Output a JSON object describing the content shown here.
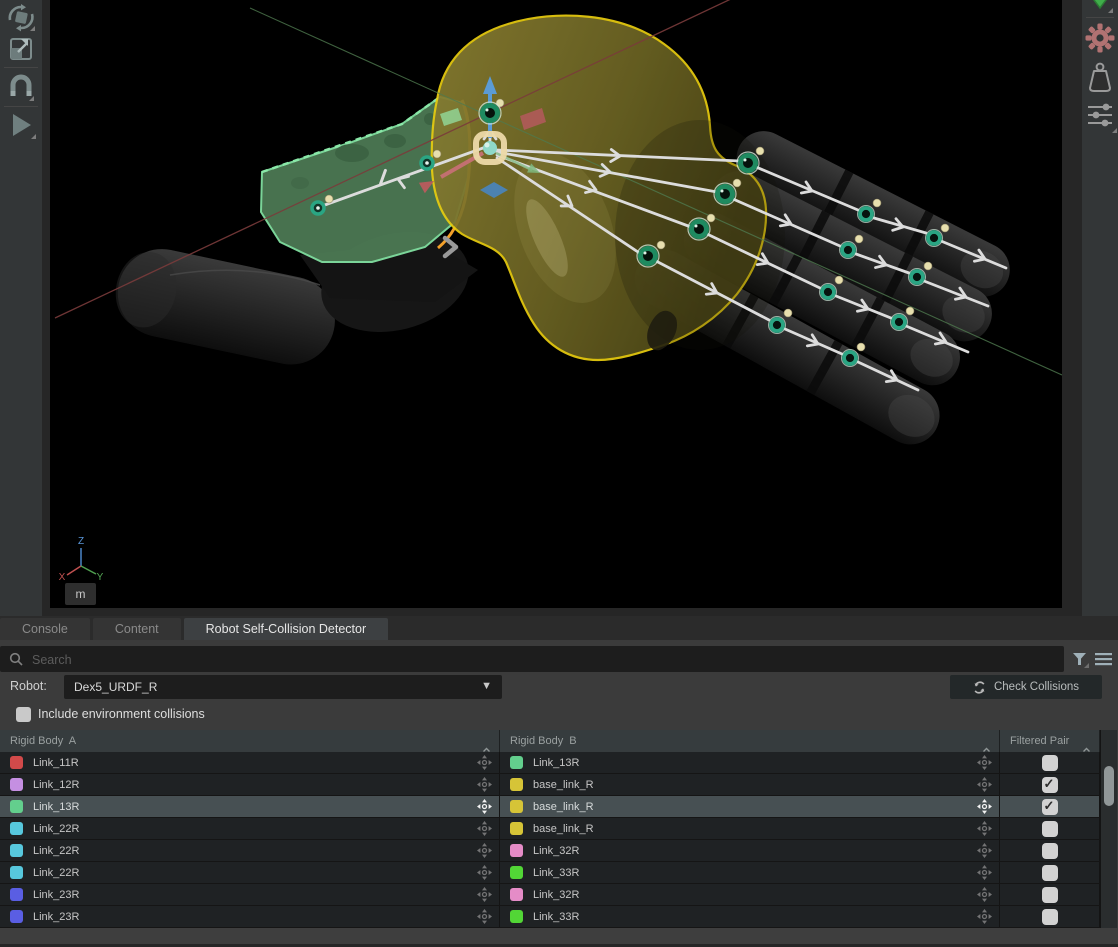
{
  "left_toolbar": {
    "icons": [
      {
        "name": "rotate-tool-icon"
      },
      {
        "name": "scale-tool-icon"
      },
      {
        "name": "snap-magnet-icon"
      },
      {
        "name": "play-icon"
      }
    ]
  },
  "right_toolbar": {
    "icons": [
      {
        "name": "mesh-icon"
      },
      {
        "name": "physics-gear-icon"
      },
      {
        "name": "mass-weight-icon"
      },
      {
        "name": "filter-sliders-icon"
      }
    ]
  },
  "viewport": {
    "unit_label": "m",
    "axis_labels": {
      "x": "X",
      "y": "Y",
      "z": "Z"
    }
  },
  "tabs": [
    {
      "label": "Console",
      "active": false
    },
    {
      "label": "Content",
      "active": false
    },
    {
      "label": "Robot Self-Collision Detector",
      "active": true
    }
  ],
  "search": {
    "placeholder": "Search"
  },
  "robot_selector": {
    "label": "Robot:",
    "value": "Dex5_URDF_R"
  },
  "check_collisions_button": {
    "label": "Check Collisions"
  },
  "environment_checkbox": {
    "label": "Include environment collisions",
    "checked": false
  },
  "table": {
    "columns": [
      {
        "label": "Rigid Body  A"
      },
      {
        "label": "Rigid Body  B"
      },
      {
        "label": "Filtered Pair"
      }
    ],
    "rows": [
      {
        "a": {
          "name": "Link_11R",
          "color": "#d24a4a"
        },
        "b": {
          "name": "Link_13R",
          "color": "#63cf8d"
        },
        "filtered": false,
        "selected": false
      },
      {
        "a": {
          "name": "Link_12R",
          "color": "#c58fe2"
        },
        "b": {
          "name": "base_link_R",
          "color": "#d6c437"
        },
        "filtered": true,
        "selected": false
      },
      {
        "a": {
          "name": "Link_13R",
          "color": "#63cf8d"
        },
        "b": {
          "name": "base_link_R",
          "color": "#d6c437"
        },
        "filtered": true,
        "selected": true
      },
      {
        "a": {
          "name": "Link_22R",
          "color": "#57c8dd"
        },
        "b": {
          "name": "base_link_R",
          "color": "#d6c437"
        },
        "filtered": false,
        "selected": false
      },
      {
        "a": {
          "name": "Link_22R",
          "color": "#57c8dd"
        },
        "b": {
          "name": "Link_32R",
          "color": "#e58cc7"
        },
        "filtered": false,
        "selected": false
      },
      {
        "a": {
          "name": "Link_22R",
          "color": "#57c8dd"
        },
        "b": {
          "name": "Link_33R",
          "color": "#52d636"
        },
        "filtered": false,
        "selected": false
      },
      {
        "a": {
          "name": "Link_23R",
          "color": "#5a5ee3"
        },
        "b": {
          "name": "Link_32R",
          "color": "#e58cc7"
        },
        "filtered": false,
        "selected": false
      },
      {
        "a": {
          "name": "Link_23R",
          "color": "#5a5ee3"
        },
        "b": {
          "name": "Link_33R",
          "color": "#52d636"
        },
        "filtered": false,
        "selected": false
      }
    ]
  },
  "colors": {
    "selected_row": "#475053",
    "collision_hull_yellow": "#e8cc10",
    "collision_mesh_green": "#82e2a2",
    "joint_ring_teal": "#2aa583",
    "panel": "#3b3b3b"
  }
}
